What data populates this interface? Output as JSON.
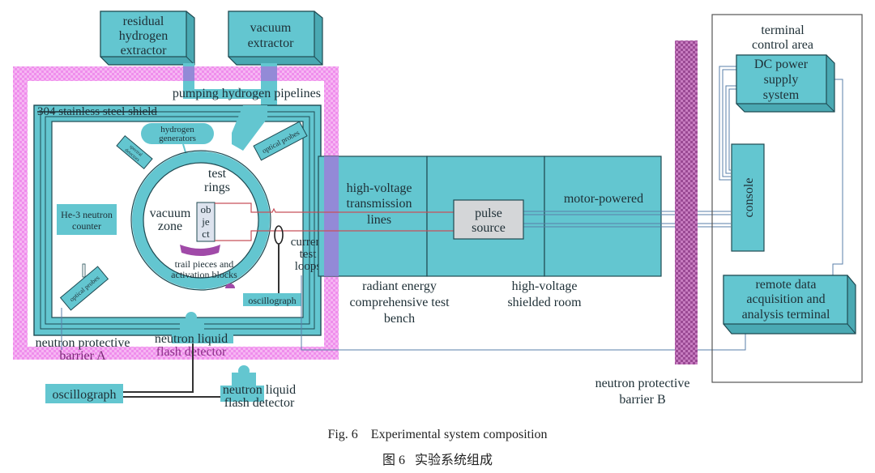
{
  "figure": {
    "caption_en": "Fig. 6    Experimental system composition",
    "caption_zh": "图 6   实验系统组成"
  },
  "colors": {
    "teal_fill": "#63c6d0",
    "teal_dark": "#1f4a52",
    "barrier_pink": "#f29cf0",
    "barrier_b_purple": "#b05aa8",
    "signal_red": "#c8505a",
    "cable_blue": "#5a7fa8",
    "object_fill": "#dde3ee",
    "pulse_fill": "#d4d6d8",
    "trail_purple": "#a04aa8"
  },
  "top_units": {
    "residual_extractor": [
      "residual",
      "hydrogen",
      "extractor"
    ],
    "vacuum_extractor": [
      "vacuum",
      "extractor"
    ],
    "pipelines_label": "pumping hydrogen pipelines"
  },
  "left_enclosure": {
    "shield_label": "304 stainless steel shield",
    "hydrogen_generators": [
      "hydrogen",
      "generators"
    ],
    "spectral_detectors": [
      "spectral",
      "detectors"
    ],
    "optical_probes_top": "optical probes",
    "optical_probes_bottom": "optical probes",
    "he3_counter": [
      "He-3 neutron",
      "counter"
    ],
    "test_rings": [
      "test",
      "rings"
    ],
    "vacuum_zone": [
      "vacuum",
      "zone"
    ],
    "object": [
      "ob",
      "je",
      "ct"
    ],
    "trail_pieces": [
      "trail pieces and",
      "activation blocks"
    ],
    "current_loops": [
      "current",
      "test",
      "loops"
    ],
    "oscillograph_inner": "oscillograph",
    "barrier_a": [
      "neutron protective",
      "barrier A"
    ],
    "flash_detector_inner": [
      "neutron liquid",
      "flash detector"
    ]
  },
  "outside_bottom": {
    "oscillograph": "oscillograph",
    "flash_detector": [
      "neutron liquid",
      "flash detector"
    ]
  },
  "middle": {
    "hv_lines": [
      "high-voltage",
      "transmission",
      "lines"
    ],
    "pulse_source": [
      "pulse",
      "source"
    ],
    "motor": "motor-powered",
    "bench_label": [
      "radiant energy",
      "comprehensive test",
      "bench"
    ],
    "room_label": [
      "high-voltage",
      "shielded room"
    ]
  },
  "barrier_b": [
    "neutron protective",
    "barrier B"
  ],
  "terminal": {
    "area_label": [
      "terminal",
      "control area"
    ],
    "dc_power": [
      "DC power",
      "supply",
      "system"
    ],
    "console": "console",
    "remote": [
      "remote data",
      "acquisition and",
      "analysis terminal"
    ]
  }
}
